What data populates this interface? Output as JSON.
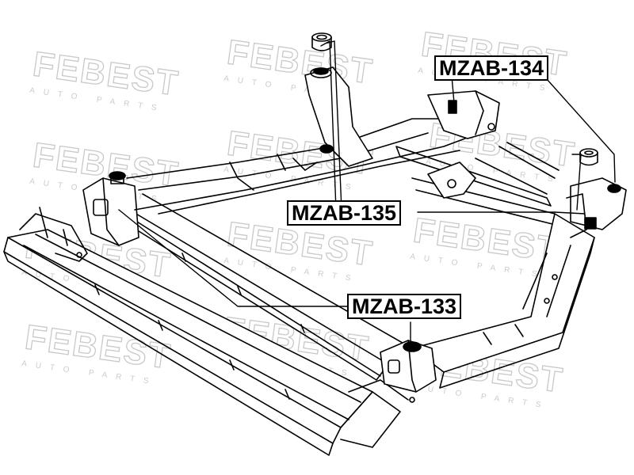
{
  "watermark": {
    "brand": "FEBEST",
    "tagline": "AUTO PARTS",
    "color": "#c9c9c9"
  },
  "parts": [
    {
      "id": "c134",
      "label": "MZAB-134"
    },
    {
      "id": "c135",
      "label": "MZAB-135"
    },
    {
      "id": "c133",
      "label": "MZAB-133"
    }
  ],
  "colors": {
    "line": "#000000",
    "background": "#ffffff"
  }
}
